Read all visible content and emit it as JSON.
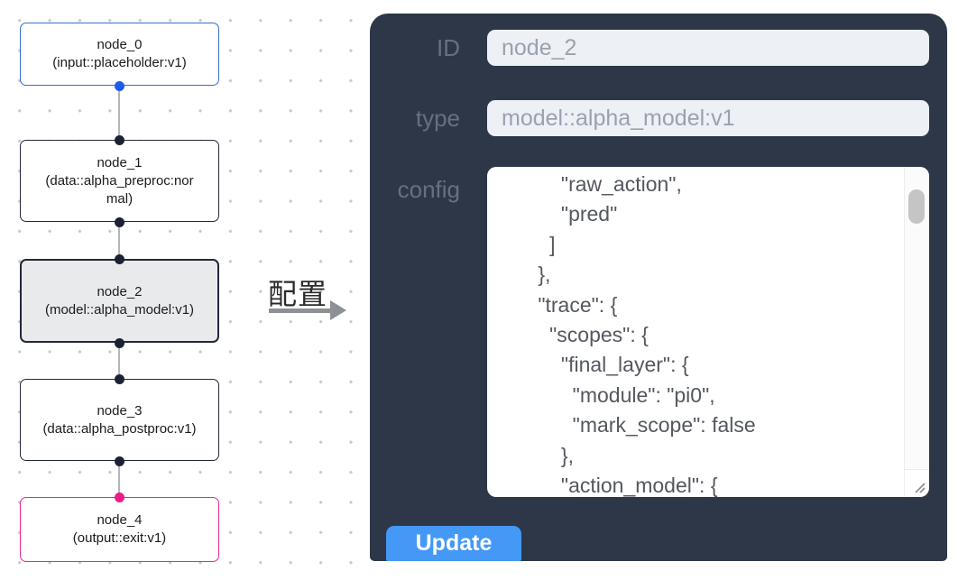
{
  "canvas": {
    "nodes": [
      {
        "title": "node_0",
        "subtitle": "(input::placeholder:v1)",
        "border_color": "#3a6bd8",
        "handle_color": "#1b5de8",
        "selected": false
      },
      {
        "title": "node_1",
        "subtitle": "(data::alpha_preproc:normal)",
        "border_color": "#23283a",
        "handle_color": "#1c2233",
        "selected": false
      },
      {
        "title": "node_2",
        "subtitle": "(model::alpha_model:v1)",
        "border_color": "#23283a",
        "handle_color": "#1c2233",
        "selected": true
      },
      {
        "title": "node_3",
        "subtitle": "(data::alpha_postproc:v1)",
        "border_color": "#23283a",
        "handle_color": "#1c2233",
        "selected": false
      },
      {
        "title": "node_4",
        "subtitle": "(output::exit:v1)",
        "border_color": "#ea2a8f",
        "handle_color": "#f2198d",
        "selected": false
      }
    ]
  },
  "transition": {
    "label": "配置",
    "arrow_color": "#8d9094"
  },
  "panel": {
    "bg_color": "#2d3748",
    "accent_color": "#4498f6",
    "id_label": "ID",
    "id_value": "node_2",
    "type_label": "type",
    "type_value": "model::alpha_model:v1",
    "config_label": "config",
    "config_text": "          \"raw_action\",\n          \"pred\"\n        ]\n      },\n      \"trace\": {\n        \"scopes\": {\n          \"final_layer\": {\n            \"module\": \"pi0\",\n            \"mark_scope\": false\n          },\n          \"action_model\": {",
    "update_label": "Update"
  }
}
